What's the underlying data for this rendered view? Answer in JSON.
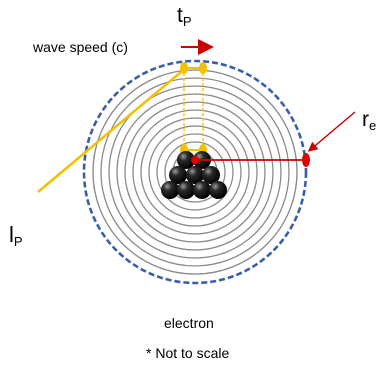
{
  "labels": {
    "planck_time_main": "t",
    "planck_time_sub": "P",
    "wave_speed": "wave speed (c)",
    "electron_radius_main": "r",
    "electron_radius_sub": "e",
    "planck_length_main": "l",
    "planck_length_sub": "P",
    "caption": "electron",
    "note": "* Not to scale"
  },
  "colors": {
    "ring": "#8a8a8a",
    "outer_boundary": "#3a5fa8",
    "arrow_red": "#cc0000",
    "planck_yellow": "#f5c000",
    "particle": "#1a1a1a"
  }
}
